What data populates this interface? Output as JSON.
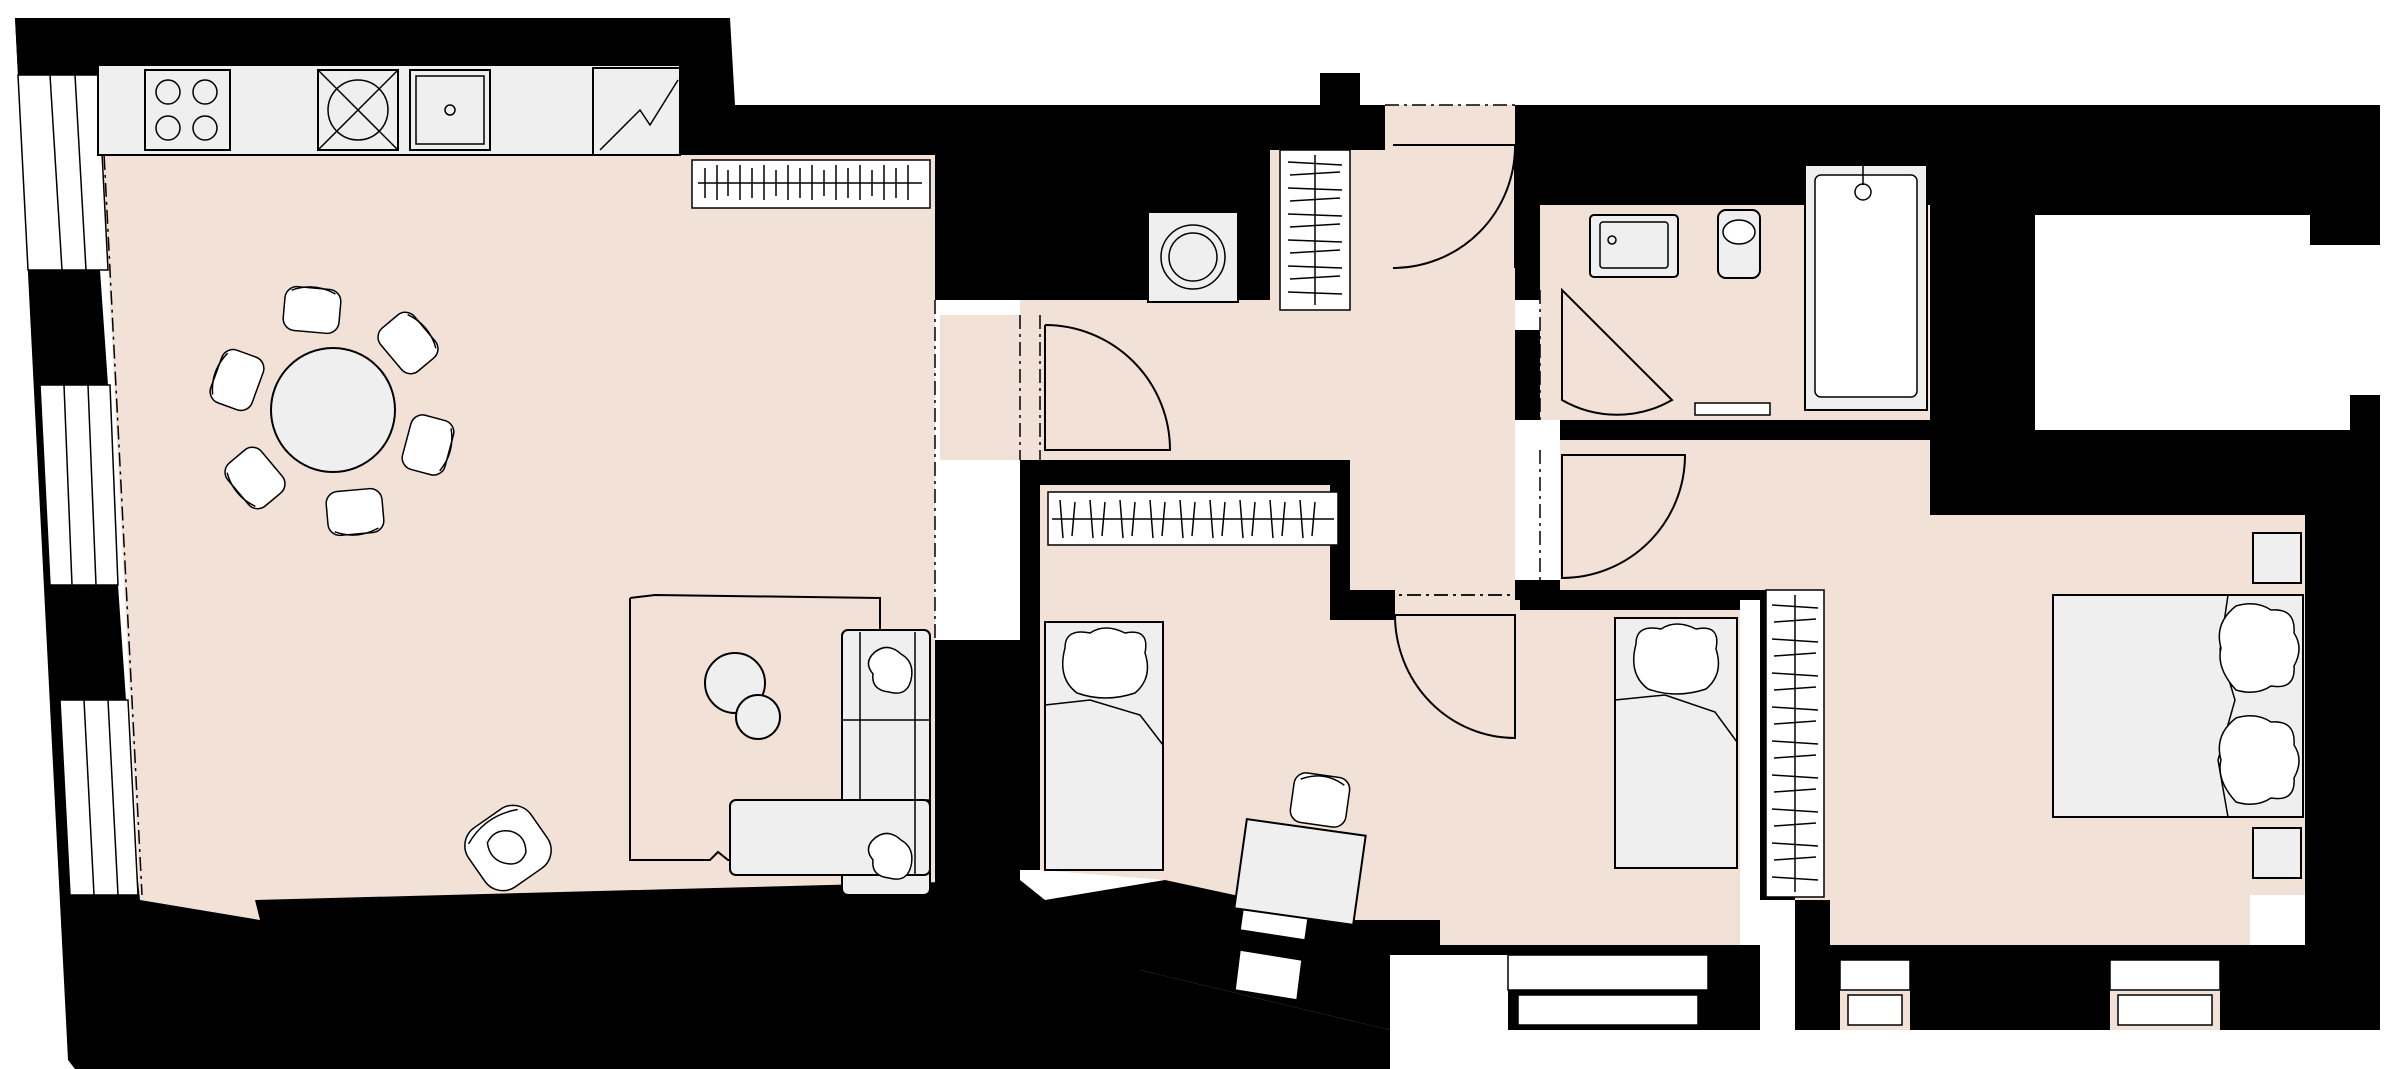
{
  "colors": {
    "floor": "#f2e1d6",
    "walls": "#000000",
    "fixtures": "#efefef",
    "background": "#ffffff"
  },
  "rooms": [
    {
      "id": "living-kitchen",
      "furniture": [
        "kitchen-counter",
        "cooktop",
        "oven",
        "sink",
        "fridge",
        "radiator",
        "dining-table",
        "dining-chairs",
        "rug",
        "side-tables",
        "corner-sofa",
        "armchair"
      ]
    },
    {
      "id": "hallway",
      "furniture": [
        "washing-machine",
        "wardrobe"
      ]
    },
    {
      "id": "bathroom",
      "furniture": [
        "washbasin",
        "toilet",
        "bathtub"
      ]
    },
    {
      "id": "bedroom-1",
      "furniture": [
        "single-bed",
        "wardrobe",
        "desk",
        "desk-chair"
      ]
    },
    {
      "id": "bedroom-2",
      "furniture": [
        "single-bed",
        "wardrobe"
      ]
    },
    {
      "id": "master-bedroom",
      "furniture": [
        "double-bed",
        "nightstands"
      ]
    }
  ],
  "icons": {
    "door": "door-swing-icon",
    "window": "window-icon",
    "chair": "chair-icon",
    "pillow": "pillow-icon"
  }
}
